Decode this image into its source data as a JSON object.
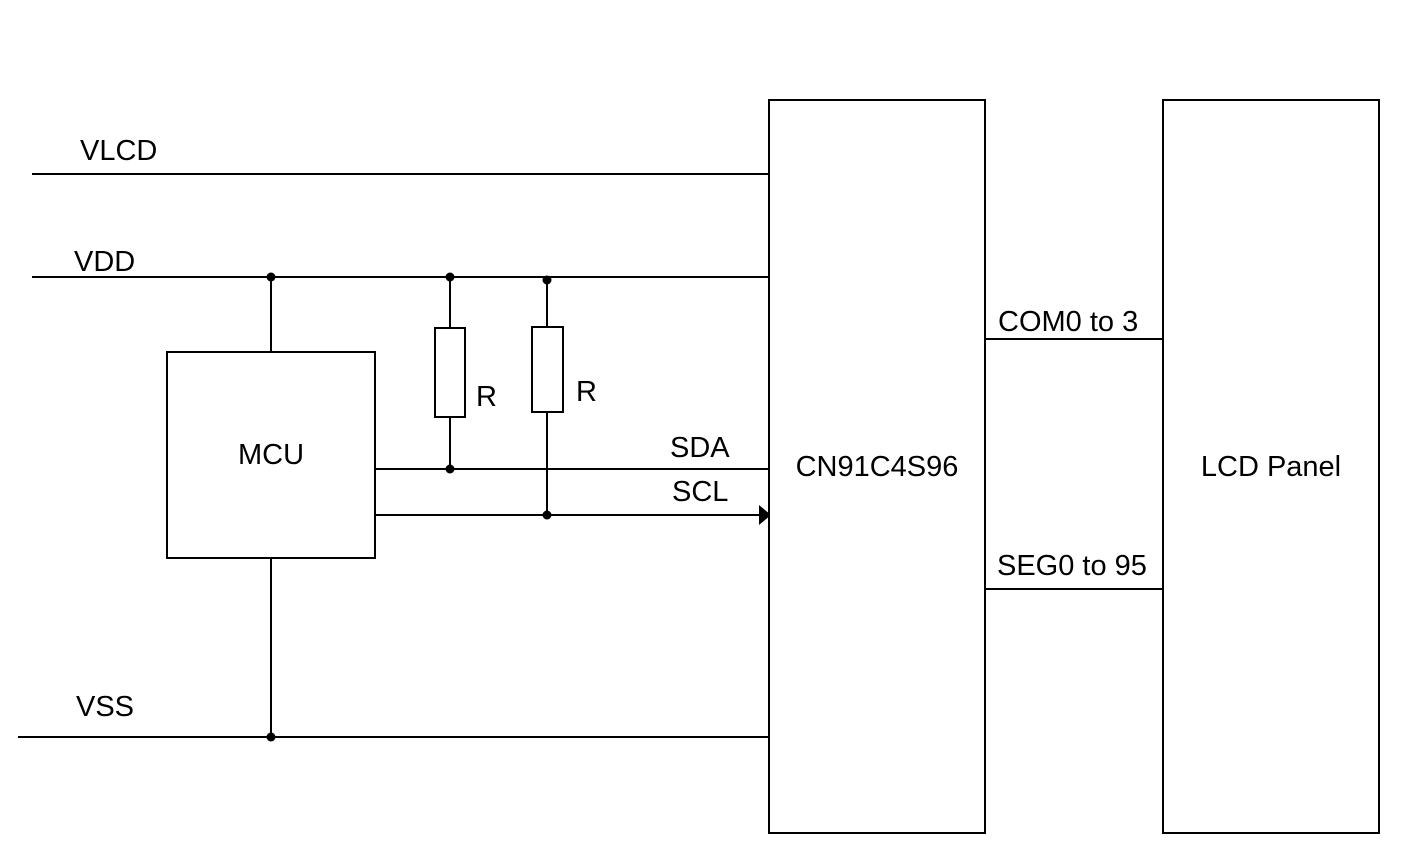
{
  "rails": {
    "vlcd": "VLCD",
    "vdd": "VDD",
    "vss": "VSS"
  },
  "blocks": {
    "mcu": "MCU",
    "driver": "CN91C4S96",
    "panel": "LCD Panel"
  },
  "signals": {
    "sda": "SDA",
    "scl": "SCL",
    "com": "COM0 to 3",
    "seg": "SEG0 to 95"
  },
  "resistors": {
    "r1": "R",
    "r2": "R"
  }
}
